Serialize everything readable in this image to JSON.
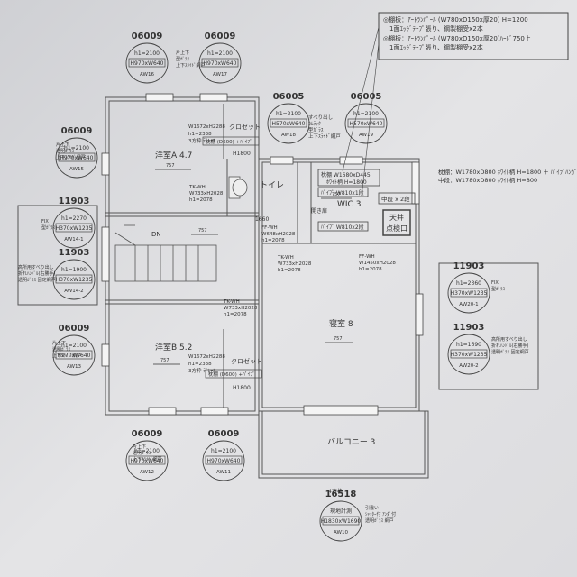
{
  "notes": {
    "line1": "◎棚板：ｱｰﾄﾗﾝﾊﾟｰﾙ (W780xD150x厚20) H=1200",
    "line2": "1面ｴｯｼﾞﾃｰﾌﾟ張り、鋼製棚受x2本",
    "line3": "◎棚板：ｱｰﾄﾗﾝﾊﾟｰﾙ (W780xD150x厚20)ﾊｰﾄﾞ750上",
    "line4": "1面ｴｯｼﾞﾃｰﾌﾟ張り、鋼製棚受x2本"
  },
  "rooms": {
    "west_a": "洋室A 4.7",
    "west_b": "洋室B 5.2",
    "toilet": "トイレ",
    "wic": "WIC 3",
    "bedroom": "寝室 8",
    "balcony": "バルコニー 3",
    "closet1": "クロゼット",
    "closet2": "クロゼット",
    "dn": "DN"
  },
  "labels": {
    "closet_a_spec1": "W1672xH2288",
    "closet_a_spec2": "h1=2338",
    "closet_a_spec3": "3方枠 ﾃﾞﾚｰﾙ",
    "shelf_a": "枕棚 (D600) +ﾊﾟｲﾌﾟ",
    "h1800_a": "H1800",
    "closet_b_spec1": "W1672xH2288",
    "closet_b_spec2": "h1=2338",
    "closet_b_spec3": "3方枠 ﾃﾞﾚｰﾙ",
    "shelf_b": "枕棚 (D600) +ﾊﾟｲﾌﾟ",
    "h1800_b": "H1800",
    "tk1_a": "TK-WH",
    "tk1_b": "W733xH2028",
    "tk1_c": "h1=2078",
    "tk2_a": "TK-WH",
    "tk2_b": "W733xH2028",
    "tk2_c": "h1=2078",
    "tk3_a": "TK-WH",
    "tk3_b": "W733xH2028",
    "tk3_c": "h1=2078",
    "ff1_a": "FF-WH",
    "ff1_b": "W648xH2028",
    "ff1_c": "h1=2078",
    "ff2_a": "FF-WH",
    "ff2_b": "W1450xH2028",
    "ff2_c": "h1=2078",
    "dim1660": "1660",
    "wic_shelf_a": "枕棚 W1680xD445",
    "wic_shelf_b": "ﾎﾜｲﾄ柄 H=1800",
    "pipe1": "ﾊﾟｲﾌﾟ W810x1段",
    "pipe2": "ﾊﾟｲﾌﾟ W810x2段",
    "mid2": "中段 x 2段",
    "ceiling1": "天井",
    "ceiling2": "点検口",
    "open_door": "開き扉",
    "bed_shelf1": "枕棚：W1780xD800 ﾎﾜｲﾄ柄 H=1800 ＋ ﾊﾟｲﾌﾟﾊﾝｶﾞｰ",
    "bed_shelf2": "中段：W1780xD800 ﾎﾜｲﾄ柄 H=800",
    "ht1": "すべり出し",
    "ht2": "ｶﾑﾗｯｸ",
    "ht3": "型ｶﾞﾗｽ",
    "ht4": "上下ｽﾗｲﾄﾞ網戸"
  },
  "windows": [
    {
      "code": "06009",
      "h": "h1=2100",
      "size": "H970xW640",
      "id": "AW16",
      "n1": "片上下",
      "n2": "型ｶﾞﾗｽ",
      "n3": "上下ｽﾗｲﾄﾞ網戸"
    },
    {
      "code": "06009",
      "h": "h1=2100",
      "size": "H970xW640",
      "id": "AW17",
      "n1": "",
      "n2": "",
      "n3": ""
    },
    {
      "code": "06005",
      "h": "h1=2100",
      "size": "H570xW640",
      "id": "AW18",
      "n1": "",
      "n2": "",
      "n3": ""
    },
    {
      "code": "06005",
      "h": "h1=2100",
      "size": "H570xW640",
      "id": "AW19",
      "n1": "",
      "n2": "",
      "n3": ""
    },
    {
      "code": "06009",
      "h": "h1=2100",
      "size": "H970xW640",
      "id": "AW15",
      "n1": "片上下",
      "n2": "透明ｶﾞﾗｽ",
      "n3": "上下ｽﾗｲﾄﾞ網戸"
    },
    {
      "code": "11903",
      "h": "h1=2270",
      "size": "H370xW1235",
      "id": "AW14-1",
      "n1": "FIX",
      "n2": "型ｶﾞﾗｽ",
      "n3": ""
    },
    {
      "code": "11903",
      "h": "h1=1900",
      "size": "H370xW1235",
      "id": "AW14-2",
      "n1": "高所用すべり出し",
      "n2": "折れﾊﾝﾄﾞﾙ(右勝手)",
      "n3": "透明ｶﾞﾗｽ 固定網戸"
    },
    {
      "code": "06009",
      "h": "h1=2100",
      "size": "H970xW640",
      "id": "AW13",
      "n1": "片上下",
      "n2": "透明ｶﾞﾗｽ",
      "n3": "上下ｽﾗｲﾄﾞ網戸"
    },
    {
      "code": "06009",
      "h": "h1=2100",
      "size": "H970xW640",
      "id": "AW12",
      "n1": "片上下",
      "n2": "透明ｶﾞﾗｽ",
      "n3": "上下ｽﾗｲﾄﾞ網戸"
    },
    {
      "code": "06009",
      "h": "h1=2100",
      "size": "H970xW640",
      "id": "AW11",
      "n1": "",
      "n2": "",
      "n3": ""
    },
    {
      "code": "11903",
      "h": "h1=2360",
      "size": "H370xW1235",
      "id": "AW20-1",
      "n1": "FIX",
      "n2": "型ｶﾞﾗｽ",
      "n3": ""
    },
    {
      "code": "11903",
      "h": "h1=1690",
      "size": "H370xW1235",
      "id": "AW20-2",
      "n1": "高所用すべり出し",
      "n2": "折れﾊﾝﾄﾞﾙ(右勝手)",
      "n3": "透明ｶﾞﾗｽ 固定網戸"
    },
    {
      "code": "16518",
      "h": "現地計測",
      "size": "H1830xW1690",
      "id": "AW10",
      "n1": "引違い",
      "n2": "ｼｬｯﾀｰ付 ｱﾝﾀﾞ付",
      "n3": "透明ｶﾞﾗｽ 網戸"
    }
  ],
  "four_frame": "4方枠",
  "arrow_label": "757"
}
